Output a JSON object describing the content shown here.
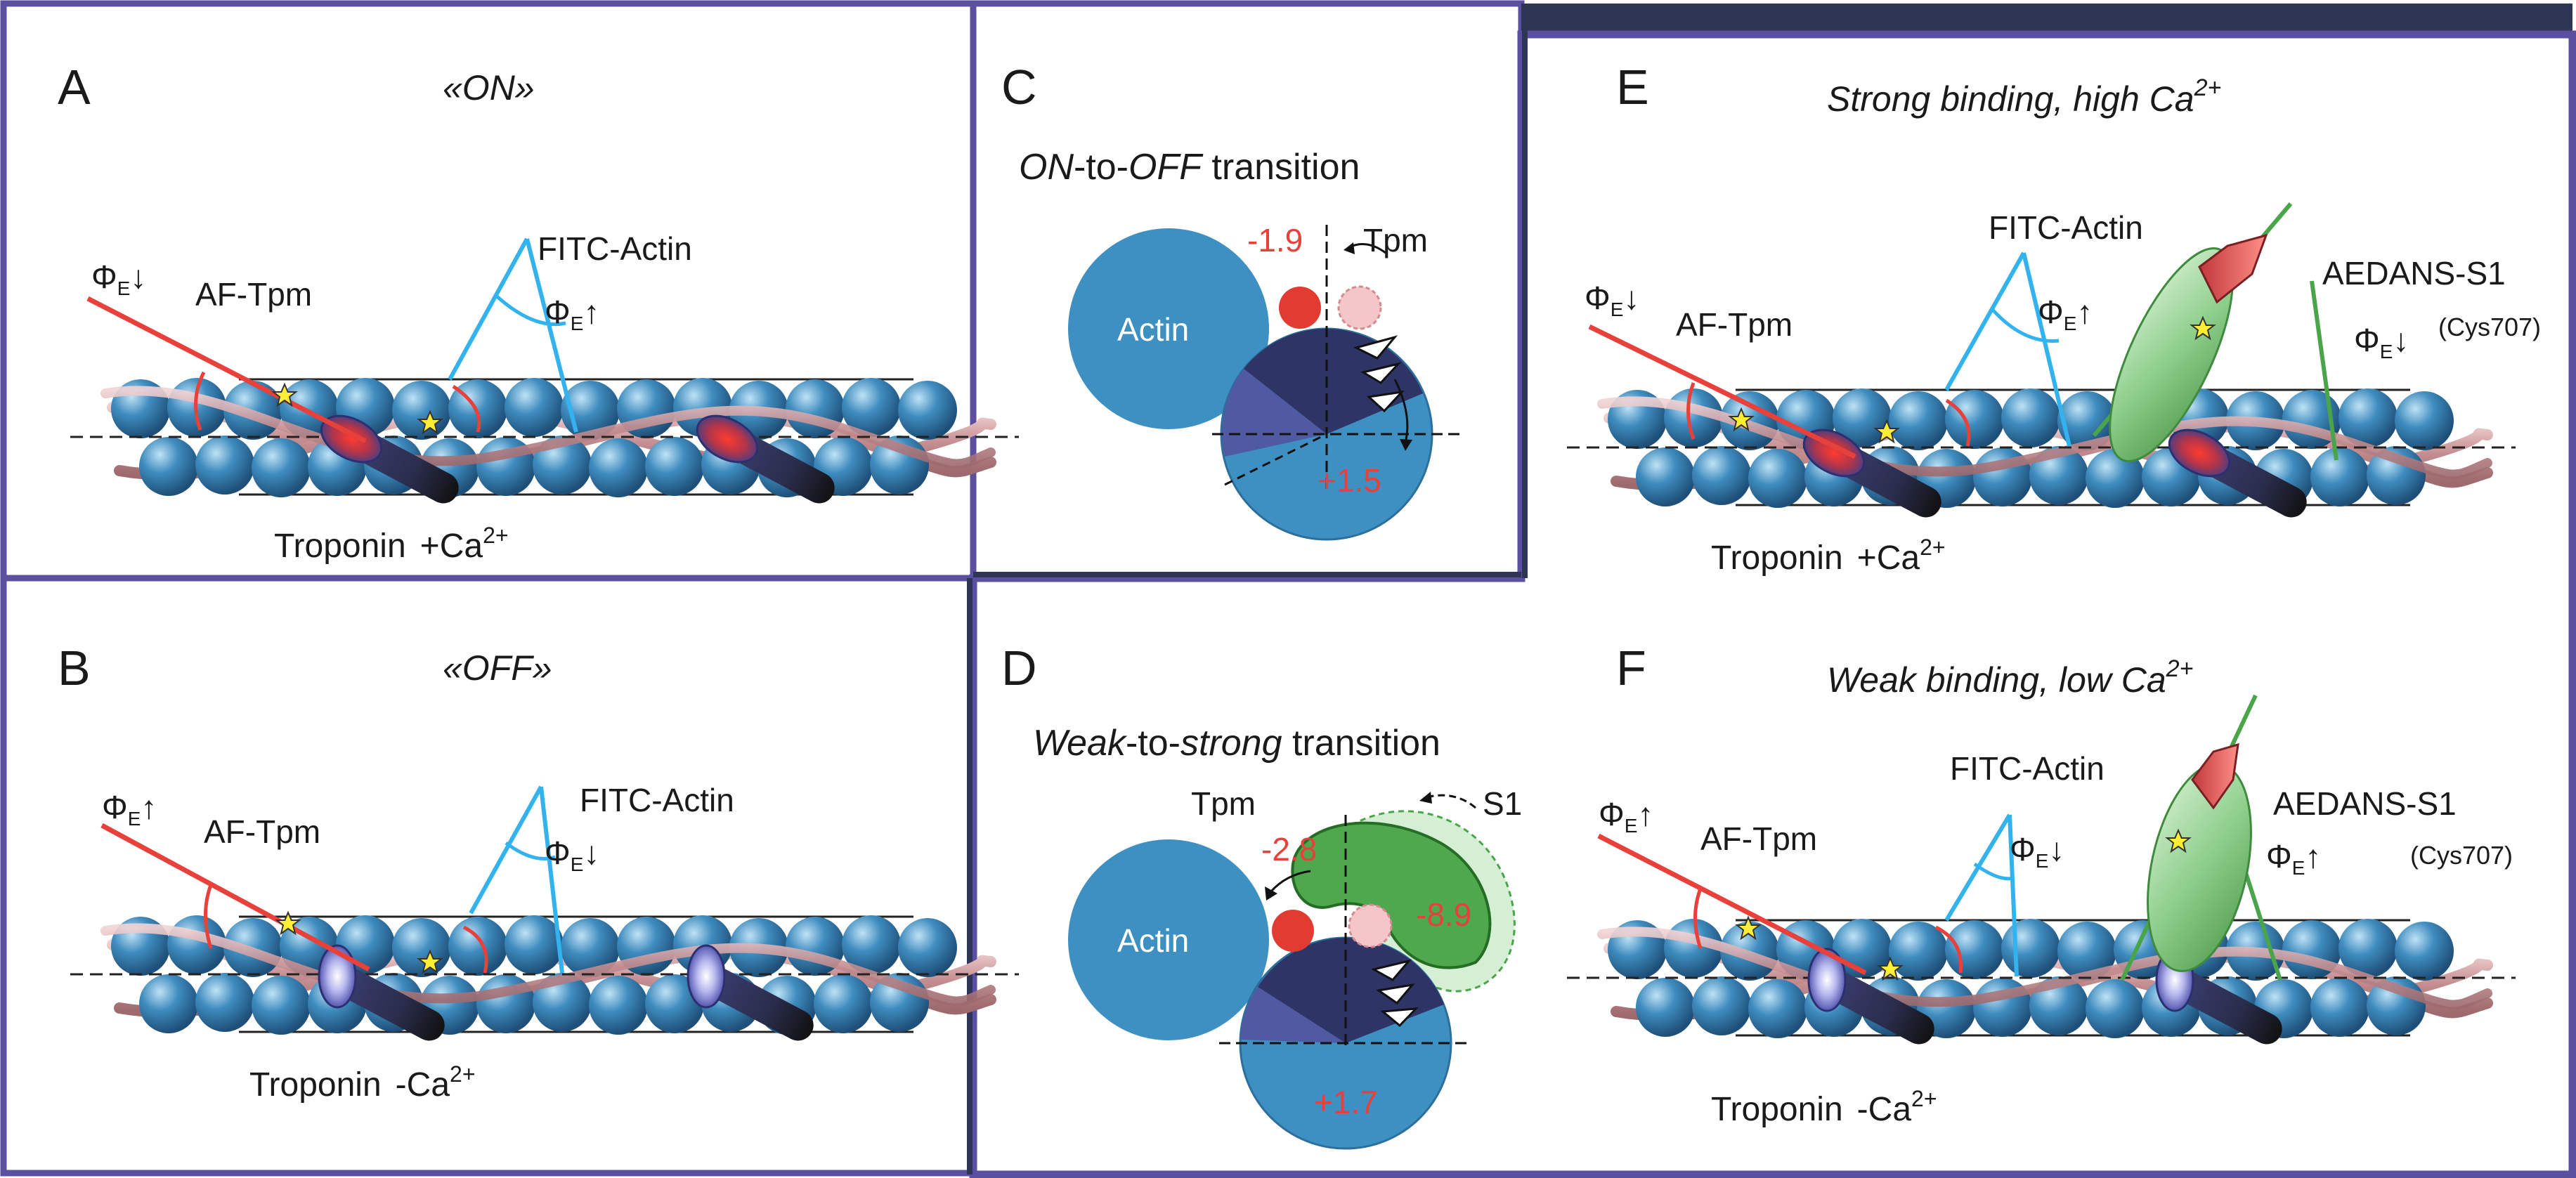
{
  "colors": {
    "frame": "#5b4f9f",
    "frame_dark": "#2f3555",
    "actin": "#3e90c2",
    "tpm_cable": "#d9a9ab",
    "troponin_body": "#3a3f72",
    "red_label": "#e8403a",
    "fitc_line": "#33b3ee",
    "af_line": "#e8403a",
    "s1_line": "#4aa54a",
    "s1_green": "#8fcf8c",
    "star": "#ffee33"
  },
  "panels": {
    "A": {
      "letter": "A",
      "title": "«ON»",
      "af_phi": "Φ",
      "af_sub": "E",
      "af_arrow": "↓",
      "af_label": "AF-Tpm",
      "fitc_label": "FITC-Actin",
      "fitc_phi": "Φ",
      "fitc_sub": "E",
      "fitc_arrow": "↑",
      "troponin_label": "Troponin",
      "ca_label": "+Ca",
      "ca_sup": "2+"
    },
    "B": {
      "letter": "B",
      "title": "«OFF»",
      "af_phi": "Φ",
      "af_sub": "E",
      "af_arrow": "↑",
      "af_label": "AF-Tpm",
      "fitc_label": "FITC-Actin",
      "fitc_phi": "Φ",
      "fitc_sub": "E",
      "fitc_arrow": "↓",
      "troponin_label": "Troponin",
      "ca_label": "-Ca",
      "ca_sup": "2+"
    },
    "C": {
      "letter": "C",
      "title_italic_1": "ON",
      "title_mid": "-to-",
      "title_italic_2": "OFF",
      "title_end": " transition",
      "actin_label": "Actin",
      "tpm_label": "Tpm",
      "val_tpm": "-1.9",
      "val_wedge": "+1.5"
    },
    "D": {
      "letter": "D",
      "title_italic_1": "Weak",
      "title_mid": "-to-",
      "title_italic_2": "strong",
      "title_end": " transition",
      "actin_label": "Actin",
      "tpm_label": "Tpm",
      "s1_label": "S1",
      "val_tpm": "-2.8",
      "val_s1": "-8.9",
      "val_wedge": "+1.7"
    },
    "E": {
      "letter": "E",
      "title": "Strong binding, high Ca",
      "title_sup": "2+",
      "af_phi": "Φ",
      "af_sub": "E",
      "af_arrow": "↓",
      "af_label": "AF-Tpm",
      "fitc_label": "FITC-Actin",
      "fitc_phi": "Φ",
      "fitc_sub": "E",
      "fitc_arrow": "↑",
      "s1_label": "AEDANS-S1",
      "s1_cys": "(Cys707)",
      "s1_phi": "Φ",
      "s1_sub": "E",
      "s1_arrow": "↓",
      "troponin_label": "Troponin",
      "ca_label": "+Ca",
      "ca_sup": "2+"
    },
    "F": {
      "letter": "F",
      "title": "Weak binding, low Ca",
      "title_sup": "2+",
      "af_phi": "Φ",
      "af_sub": "E",
      "af_arrow": "↑",
      "af_label": "AF-Tpm",
      "fitc_label": "FITC-Actin",
      "fitc_phi": "Φ",
      "fitc_sub": "E",
      "fitc_arrow": "↓",
      "s1_label": "AEDANS-S1",
      "s1_cys": "(Cys707)",
      "s1_phi": "Φ",
      "s1_sub": "E",
      "s1_arrow": "↑",
      "troponin_label": "Troponin",
      "ca_label": "-Ca",
      "ca_sup": "2+"
    }
  }
}
